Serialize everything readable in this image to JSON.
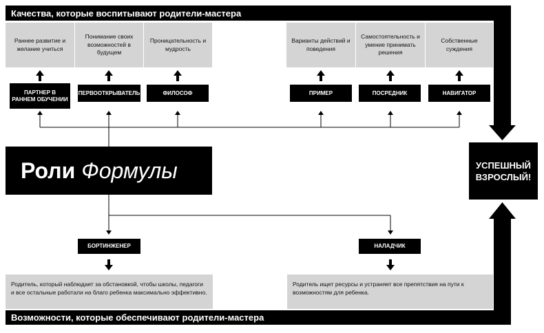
{
  "top_band": {
    "label": "Качества, которые воспитывают родители-мастера"
  },
  "bottom_band": {
    "label": "Возможности, которые обеспечивают родители-мастера"
  },
  "title": {
    "bold": "Роли",
    "italic": "Формулы"
  },
  "result": {
    "label": "УСПЕШНЫЙ ВЗРОСЛЫЙ!"
  },
  "qualities": [
    {
      "label": "Раннее развитие и желание учиться"
    },
    {
      "label": "Понимание своих возможностей в будущем"
    },
    {
      "label": "Проницательность и мудрость"
    },
    {
      "label": "Варианты действий и поведения"
    },
    {
      "label": "Самостоятельность и умение принимать решения"
    },
    {
      "label": "Собственные суждения"
    }
  ],
  "roles": [
    {
      "label": "ПАРТНЕР В РАННЕМ ОБУЧЕНИИ"
    },
    {
      "label": "ПЕРВООТКРЫВАТЕЛЬ"
    },
    {
      "label": "ФИЛОСОФ"
    },
    {
      "label": "ПРИМЕР"
    },
    {
      "label": "ПОСРЕДНИК"
    },
    {
      "label": "НАВИГАТОР"
    }
  ],
  "lower_roles": [
    {
      "label": "БОРТИНЖЕНЕР"
    },
    {
      "label": "НАЛАДЧИК"
    }
  ],
  "descriptions": [
    {
      "label": "Родитель, который наблюдает за обстановкой, чтобы школы, педагоги и все остальные работали на благо ребенка максимально эффективно."
    },
    {
      "label": "Родитель ищет ресурсы и устраняет все препятствия на пути к возможностям для ребенка."
    }
  ]
}
